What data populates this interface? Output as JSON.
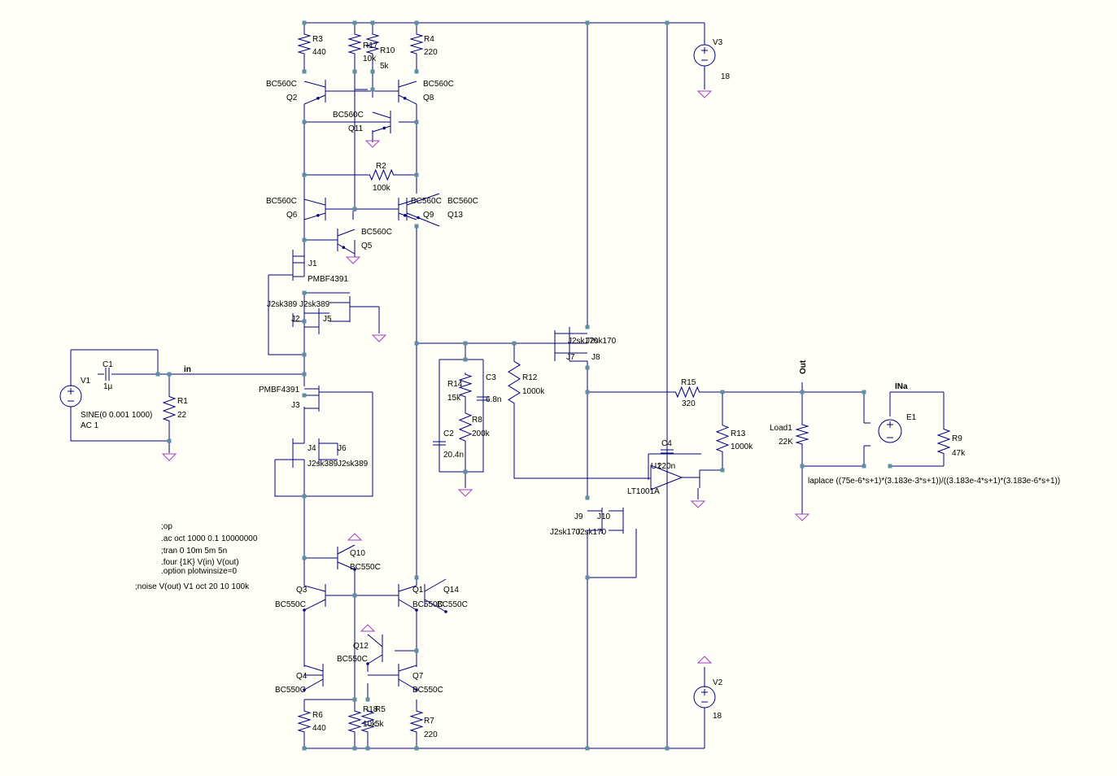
{
  "colors": {
    "background": "#fffff7",
    "wire": "#000080",
    "ground": "#a040c0",
    "junction": "#5f8fa0",
    "text": "#000000"
  },
  "parts": [
    {
      "ref": "R3",
      "value": "440"
    },
    {
      "ref": "R17",
      "value": "10k"
    },
    {
      "ref": "R10",
      "value": "5k"
    },
    {
      "ref": "R4",
      "value": "220"
    },
    {
      "ref": "Q2",
      "value": "BC560C"
    },
    {
      "ref": "Q8",
      "value": "BC560C"
    },
    {
      "ref": "Q11",
      "value": "BC560C"
    },
    {
      "ref": "R2",
      "value": "100k"
    },
    {
      "ref": "Q6",
      "value": "BC560C"
    },
    {
      "ref": "Q9",
      "value": "BC560C"
    },
    {
      "ref": "Q13",
      "value": "BC560C"
    },
    {
      "ref": "Q5",
      "value": "BC560C"
    },
    {
      "ref": "J1",
      "value": "PMBF4391"
    },
    {
      "ref": "J2",
      "value": "J2sk389"
    },
    {
      "ref": "J5",
      "value": "J2sk389"
    },
    {
      "ref": "J3",
      "value": "PMBF4391"
    },
    {
      "ref": "J4",
      "value": "J2sk389"
    },
    {
      "ref": "J6",
      "value": "J2sk389"
    },
    {
      "ref": "V1",
      "value": "SINE(0 0.001 1000)",
      "value2": "AC 1"
    },
    {
      "ref": "C1",
      "value": "1µ"
    },
    {
      "ref": "R1",
      "value": "22"
    },
    {
      "ref": "Q10",
      "value": "BC550C"
    },
    {
      "ref": "Q3",
      "value": "BC550C"
    },
    {
      "ref": "Q1",
      "value": "BC550C"
    },
    {
      "ref": "Q14",
      "value": "BC550C"
    },
    {
      "ref": "Q12",
      "value": "BC550C"
    },
    {
      "ref": "Q4",
      "value": "BC550C"
    },
    {
      "ref": "Q7",
      "value": "BC550C"
    },
    {
      "ref": "R6",
      "value": "440"
    },
    {
      "ref": "R18",
      "value": "10k"
    },
    {
      "ref": "R5",
      "value": "5k"
    },
    {
      "ref": "R7",
      "value": "220"
    },
    {
      "ref": "R14",
      "value": "15k"
    },
    {
      "ref": "C3",
      "value": "6.8n"
    },
    {
      "ref": "R8",
      "value": "200k"
    },
    {
      "ref": "C2",
      "value": "20.4n"
    },
    {
      "ref": "R12",
      "value": "1000k"
    },
    {
      "ref": "J7",
      "value": "J2sk170"
    },
    {
      "ref": "J8",
      "value": "J2sk170"
    },
    {
      "ref": "J9",
      "value": "J2sk170"
    },
    {
      "ref": "J10",
      "value": "J2sk170"
    },
    {
      "ref": "R15",
      "value": "320"
    },
    {
      "ref": "R13",
      "value": "1000k"
    },
    {
      "ref": "C4",
      "value": "220n"
    },
    {
      "ref": "U1",
      "value": "LT1001A"
    },
    {
      "ref": "V3",
      "value": "18"
    },
    {
      "ref": "V2",
      "value": "18"
    },
    {
      "ref": "Load1",
      "value": "22K"
    },
    {
      "ref": "E1",
      "value": "laplace ((75e-6*s+1)*(3.183e-3*s+1))/((3.183e-4*s+1)*(3.183e-6*s+1))"
    },
    {
      "ref": "R9",
      "value": "47k"
    }
  ],
  "nets": {
    "in": "in",
    "out": "Out",
    "ina": "INa"
  },
  "directives": [
    ";op",
    ".ac oct 1000 0.1 10000000",
    ";tran 0 10m 5m 5n",
    ".four {1K} V(in) V(out)",
    ".option plotwinsize=0",
    ";noise V(out) V1 oct 20 10 100k"
  ]
}
